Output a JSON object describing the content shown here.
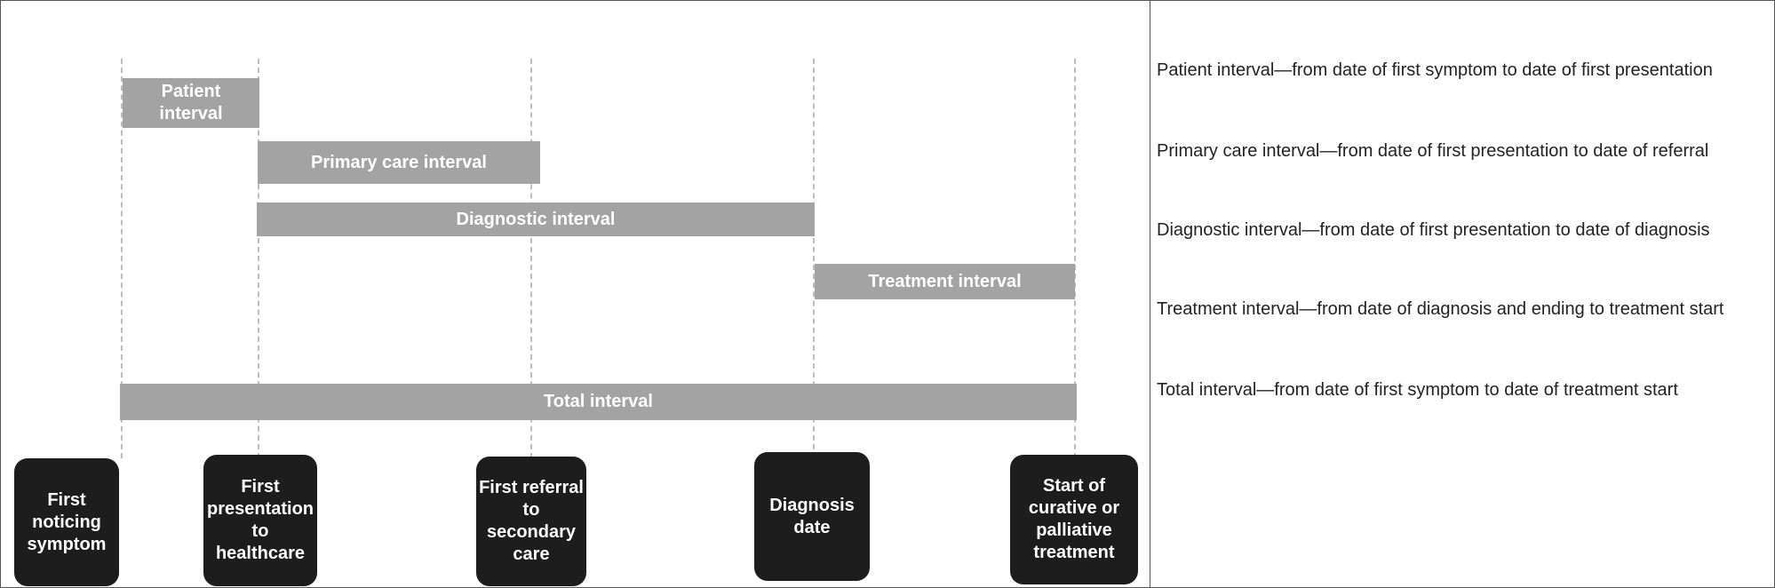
{
  "bars": [
    {
      "key": "patient",
      "label": "Patient\ninterval"
    },
    {
      "key": "primary",
      "label": "Primary care interval"
    },
    {
      "key": "diagnostic",
      "label": "Diagnostic interval"
    },
    {
      "key": "treatment",
      "label": "Treatment interval"
    },
    {
      "key": "total",
      "label": "Total interval"
    }
  ],
  "milestones": [
    {
      "key": "first-symptom",
      "label": "First\nnoticing\nsymptom"
    },
    {
      "key": "first-presentation",
      "label": "First\npresentation\nto\nhealthcare"
    },
    {
      "key": "first-referral",
      "label": "First referral\nto\nsecondary\ncare"
    },
    {
      "key": "diagnosis",
      "label": "Diagnosis\ndate"
    },
    {
      "key": "treatment-start",
      "label": "Start of\ncurative or\npalliative\ntreatment"
    }
  ],
  "definitions": [
    "Patient interval—from date of first symptom to date of first presentation",
    "Primary care interval—from date of first presentation to date of referral",
    "Diagnostic interval—from date of first presentation to date of diagnosis",
    "Treatment interval—from date of diagnosis and ending to treatment start",
    "Total interval—from date of first symptom to date of treatment start"
  ]
}
